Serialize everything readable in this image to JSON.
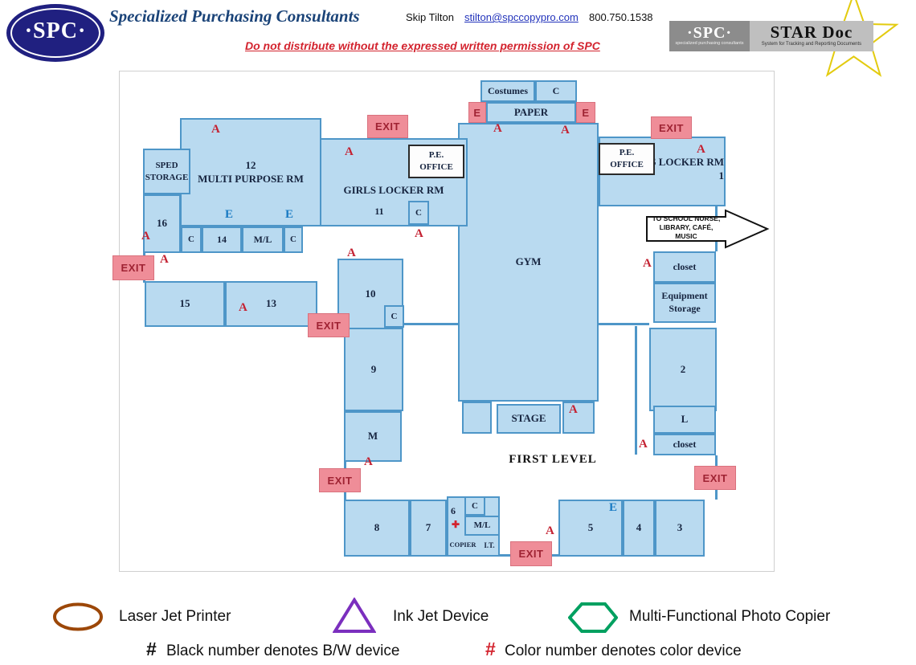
{
  "header": {
    "logo": "·SPC·",
    "company": "Specialized Purchasing Consultants",
    "contact_name": "Skip Tilton",
    "contact_email": "stilton@spccopypro.com",
    "contact_phone": "800.750.1538",
    "warning": "Do not distribute without the expressed written permission of SPC",
    "stardoc": {
      "badge": "·SPC·",
      "badge_caption": "specialized purchasing consultants",
      "title": "STAR Doc",
      "caption": "System for Tracking and Reporting Documents"
    }
  },
  "floorplan": {
    "level": "FIRST LEVEL",
    "arrow_line1": "TO SCHOOL NURSE,",
    "arrow_line2": "LIBRARY, CAFÉ, MUSIC",
    "markers": {
      "a": "A",
      "e": "E",
      "c": "C",
      "exit": "EXIT",
      "plus": "✚"
    },
    "rooms": {
      "costumes": "Costumes",
      "paper": "PAPER",
      "multi_num": "12",
      "multi": "MULTI PURPOSE RM",
      "sped1": "SPED",
      "sped2": "STORAGE",
      "r16": "16",
      "r14": "14",
      "ml": "M/L",
      "girls": "GIRLS LOCKER RM",
      "r11": "11",
      "pe1": "P.E.",
      "pe2": "OFFICE",
      "boys": "BOYS LOCKER RM",
      "r1": "1",
      "gym": "GYM",
      "r15": "15",
      "r13": "13",
      "r10": "10",
      "closet": "closet",
      "equip1": "Equipment",
      "equip2": "Storage",
      "r2": "2",
      "r9": "9",
      "rm": "M",
      "stage": "STAGE",
      "rl": "L",
      "r8": "8",
      "r7": "7",
      "r6": "6",
      "copier": "COPIER",
      "it": "I.T.",
      "r5": "5",
      "r4": "4",
      "r3": "3"
    }
  },
  "legend": {
    "items": [
      {
        "shape": "ellipse",
        "color": "#9c4708",
        "label": "Laser Jet Printer"
      },
      {
        "shape": "triangle",
        "color": "#7b2fbe",
        "label": "Ink Jet Device"
      },
      {
        "shape": "hexagon",
        "color": "#00a060",
        "label": "Multi-Functional Photo Copier"
      }
    ],
    "note_bw_symbol": "#",
    "note_bw": "Black number denotes B/W device",
    "note_color_symbol": "#",
    "note_color": "Color number denotes color device"
  },
  "colors": {
    "room_fill": "#b9daf0",
    "room_border": "#4e96c8",
    "exit_bg": "#ef8d98",
    "exit_text": "#9f2333",
    "marker_a": "#c42333",
    "marker_e": "#1779c2",
    "brand_navy": "#202080",
    "warning_red": "#d3232e"
  }
}
